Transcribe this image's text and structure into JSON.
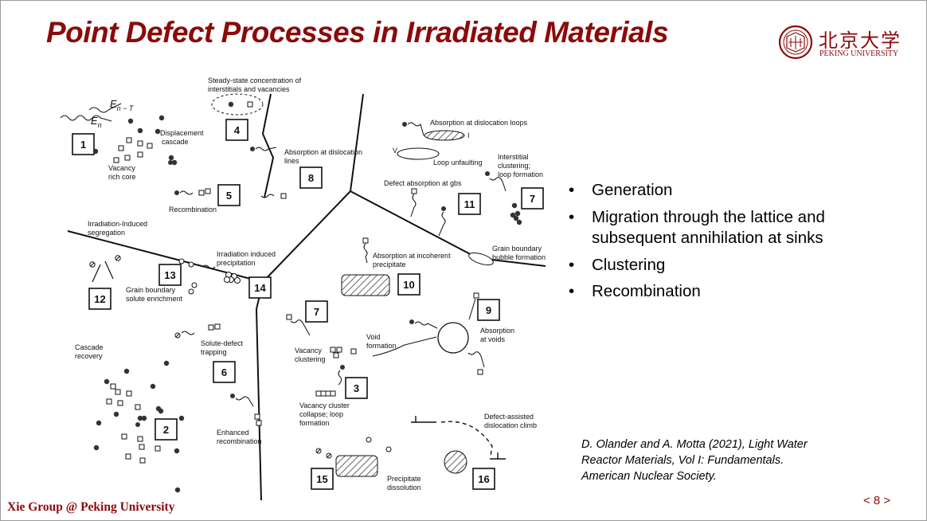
{
  "slide": {
    "title": "Point Defect Processes in Irradiated Materials",
    "logo": {
      "name_cn": "北京大学",
      "name_en": "PEKING UNIVERSITY"
    },
    "bullets": [
      "Generation",
      "Migration through the lattice and subsequent annihilation at sinks",
      "Clustering",
      "Recombination"
    ],
    "citation": {
      "line1": "D. Olander and A. Motta (2021), Light Water",
      "line2": "Reactor Materials, Vol I: Fundamentals.",
      "line3": "American Nuclear Society."
    },
    "footer": "Xie Group @ Peking University",
    "page_number": "< 8 >"
  },
  "diagram": {
    "energy_labels": {
      "e_n_t": "E",
      "e_n_t_sub": "n − T",
      "e_n": "E",
      "e_n_sub": "n"
    },
    "process_numbers": [
      "1",
      "4",
      "5",
      "8",
      "2",
      "6",
      "12",
      "13",
      "14",
      "10",
      "7",
      "3",
      "9",
      "15",
      "16",
      "11",
      "7"
    ],
    "labels": {
      "displacement_cascade_1": "Displacement",
      "displacement_cascade_2": "cascade",
      "vacancy_core_1": "Vacancy",
      "vacancy_core_2": "rich core",
      "steady_state_1": "Steady-state concentration of",
      "steady_state_2": "interstitials and vacancies",
      "abs_disloc_lines_1": "Absorption at dislocation",
      "abs_disloc_lines_2": "lines",
      "recombination": "Recombination",
      "rad_induced_seg_1": "Irradiation-Induced",
      "rad_induced_seg_2": "segregation",
      "rad_induced_precip_1": "Irradiation induced",
      "rad_induced_precip_2": "precipitation",
      "gb_solute_1": "Grain boundary",
      "gb_solute_2": "solute enrichment",
      "cascade_recovery_1": "Cascade",
      "cascade_recovery_2": "recovery",
      "solute_defect_1": "Solute-defect",
      "solute_defect_2": "trapping",
      "enhanced_recomb_1": "Enhanced",
      "enhanced_recomb_2": "recombination",
      "abs_disloc_loops": "Absorption at dislocation loops",
      "loop_i": "I",
      "loop_v": "V",
      "loop_unfaulting": "Loop unfaulting",
      "interstitial_clust_1": "Interstitial",
      "interstitial_clust_2": "clustering;",
      "interstitial_clust_3": "loop formation",
      "defect_abs_gbs": "Defect absorption at gbs",
      "gb_bubble_1": "Grain boundary",
      "gb_bubble_2": "bubble formation",
      "abs_incoherent_1": "Absorption at incoherent",
      "abs_incoherent_2": "precipitate",
      "vacancy_clust_1": "Vacancy",
      "vacancy_clust_2": "clustering",
      "void_formation_1": "Void",
      "void_formation_2": "formation",
      "abs_voids_1": "Absorption",
      "abs_voids_2": "at voids",
      "vac_cluster_collapse_1": "Vacancy cluster",
      "vac_cluster_collapse_2": "collapse; loop",
      "vac_cluster_collapse_3": "formation",
      "defect_assisted_1": "Defect-assisted",
      "defect_assisted_2": "dislocation climb",
      "precip_dissolution_1": "Precipitate",
      "precip_dissolution_2": "dissolution"
    }
  },
  "colors": {
    "title": "#8b0a0a",
    "footer": "#8b0a0a",
    "text": "#000000"
  }
}
